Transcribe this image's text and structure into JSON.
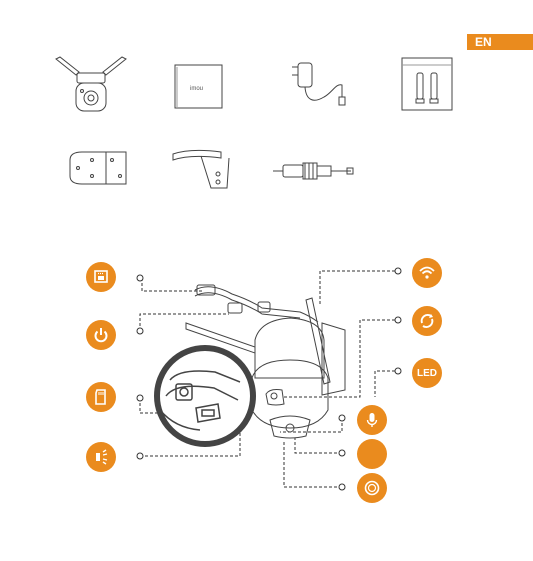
{
  "header": {
    "language_tab": "EN"
  },
  "box_contents": {
    "items": [
      {
        "name": "camera",
        "icon": "camera-icon"
      },
      {
        "name": "quick-start-guide",
        "icon": "booklet-icon",
        "brand_text": "imou"
      },
      {
        "name": "power-adapter",
        "icon": "power-adapter-icon"
      },
      {
        "name": "screw-package",
        "icon": "screws-icon"
      },
      {
        "name": "drill-template",
        "icon": "template-icon"
      },
      {
        "name": "mounting-bracket",
        "icon": "bracket-icon"
      },
      {
        "name": "waterproof-connector",
        "icon": "connector-icon"
      }
    ]
  },
  "device_diagram": {
    "left_callouts": [
      {
        "icon": "network-port-icon"
      },
      {
        "icon": "power-icon"
      },
      {
        "icon": "sd-card-icon"
      },
      {
        "icon": "floodlight-icon"
      }
    ],
    "right_callouts": [
      {
        "icon": "wifi-icon"
      },
      {
        "icon": "reset-icon"
      },
      {
        "icon": "led-icon",
        "label": "LED"
      },
      {
        "icon": "microphone-icon"
      },
      {
        "icon": "blank-icon"
      },
      {
        "icon": "speaker-icon"
      }
    ]
  },
  "colors": {
    "accent": "#ea8b1e",
    "line": "#333333"
  }
}
